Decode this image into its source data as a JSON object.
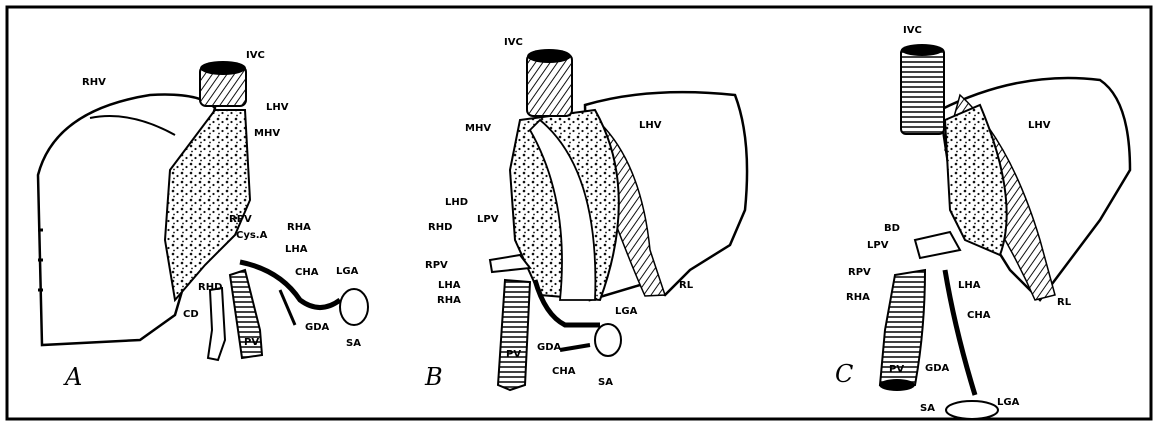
{
  "figure": {
    "panels": [
      {
        "letter": "A",
        "labels": [
          "IVC",
          "RHV",
          "LHV",
          "MHV",
          "RPV",
          "Cys.A",
          "RHA",
          "LHA",
          "CHA",
          "RHD",
          "LGA",
          "CD",
          "PV",
          "GDA",
          "SA"
        ]
      },
      {
        "letter": "B",
        "labels": [
          "IVC",
          "MHV",
          "LHV",
          "LHD",
          "RHD",
          "LPV",
          "RPV",
          "LHA",
          "RHA",
          "RL",
          "LGA",
          "PV",
          "GDA",
          "CHA",
          "SA"
        ]
      },
      {
        "letter": "C",
        "labels": [
          "IVC",
          "LHV",
          "BD",
          "LPV",
          "RPV",
          "RHA",
          "LHA",
          "RL",
          "CHA",
          "PV",
          "GDA",
          "LGA",
          "SA"
        ]
      }
    ],
    "colors": {
      "ink": "#000000",
      "paper": "#ffffff",
      "stipple": "#1a1a1a"
    }
  }
}
